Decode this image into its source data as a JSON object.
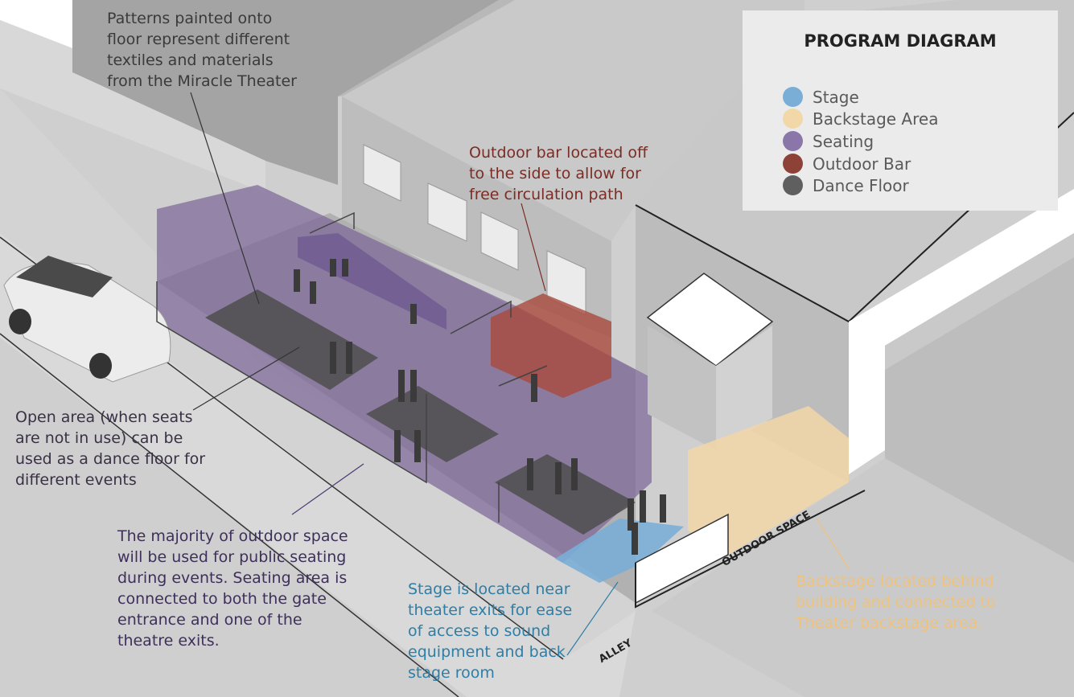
{
  "legend": {
    "title": "PROGRAM DIAGRAM",
    "items": [
      {
        "label": "Stage",
        "color": "#7aaed6"
      },
      {
        "label": "Backstage Area",
        "color": "#f2d7a8"
      },
      {
        "label": "Seating",
        "color": "#8a76a8"
      },
      {
        "label": "Outdoor Bar",
        "color": "#8e4237"
      },
      {
        "label": "Dance Floor",
        "color": "#5f5f5f"
      }
    ]
  },
  "annotations": {
    "patterns": "Patterns painted onto\nfloor represent different\ntextiles and materials\nfrom the Miracle Theater",
    "outdoor_bar": "Outdoor bar located off\nto the side to allow for\nfree circulation path",
    "open_area": "Open area (when seats\nare not in use) can be\nused as a dance floor for\ndifferent events",
    "majority": "The majority of outdoor space\nwill be used for public seating\nduring events. Seating area is\nconnected to both the gate\nentrance and one of the\ntheatre exits.",
    "stage": "Stage is located near\ntheater exits for ease\nof access to sound\nequipment and back\nstage room",
    "backstage": "Backstage located behind\nbuilding and connected to\nTheater backstage area."
  },
  "street_labels": {
    "outdoor_space": "OUTDOOR SPACE",
    "alley": "ALLEY"
  },
  "colors": {
    "patterns_text": "#3a3a3a",
    "bar_text": "#7a2c25",
    "open_area_text": "#3a3146",
    "majority_text": "#3f2f5c",
    "stage_text": "#2f7ea6",
    "backstage_text": "#f0c27a"
  }
}
